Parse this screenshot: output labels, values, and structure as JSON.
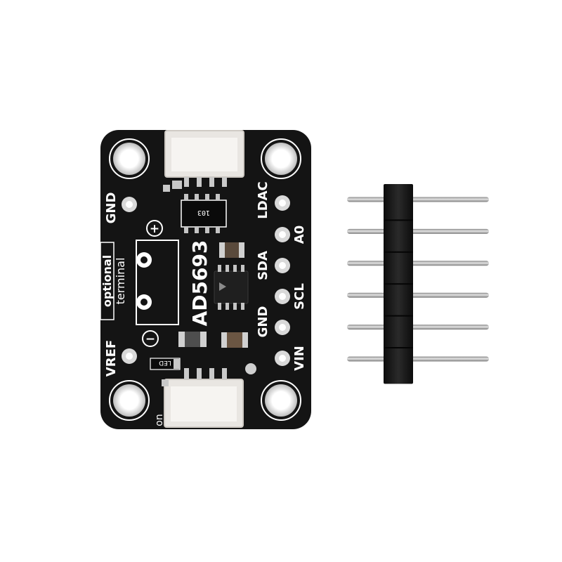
{
  "board": {
    "chip_name": "AD5693",
    "left_header_labels": [
      "GND",
      "VREF"
    ],
    "right_header_labels": [
      "LDAC",
      "A0",
      "SDA",
      "SCL",
      "GND",
      "VIN"
    ],
    "terminal_labels": [
      "optional",
      "terminal"
    ],
    "plus_symbol": "+",
    "minus_symbol": "−",
    "resistor_marking": "103",
    "led_label": "LED",
    "switch_label": "on",
    "pcb_color": "#141414",
    "silk_color": "#ffffff",
    "pad_color": "#d9d9d9"
  },
  "pin_header": {
    "pin_count": 6,
    "pin_color": "#b5b5b5",
    "body_color": "#151515"
  },
  "icons": {
    "mounting_hole": "mounting-hole-icon",
    "stemma_connector": "jst-connector-icon"
  }
}
